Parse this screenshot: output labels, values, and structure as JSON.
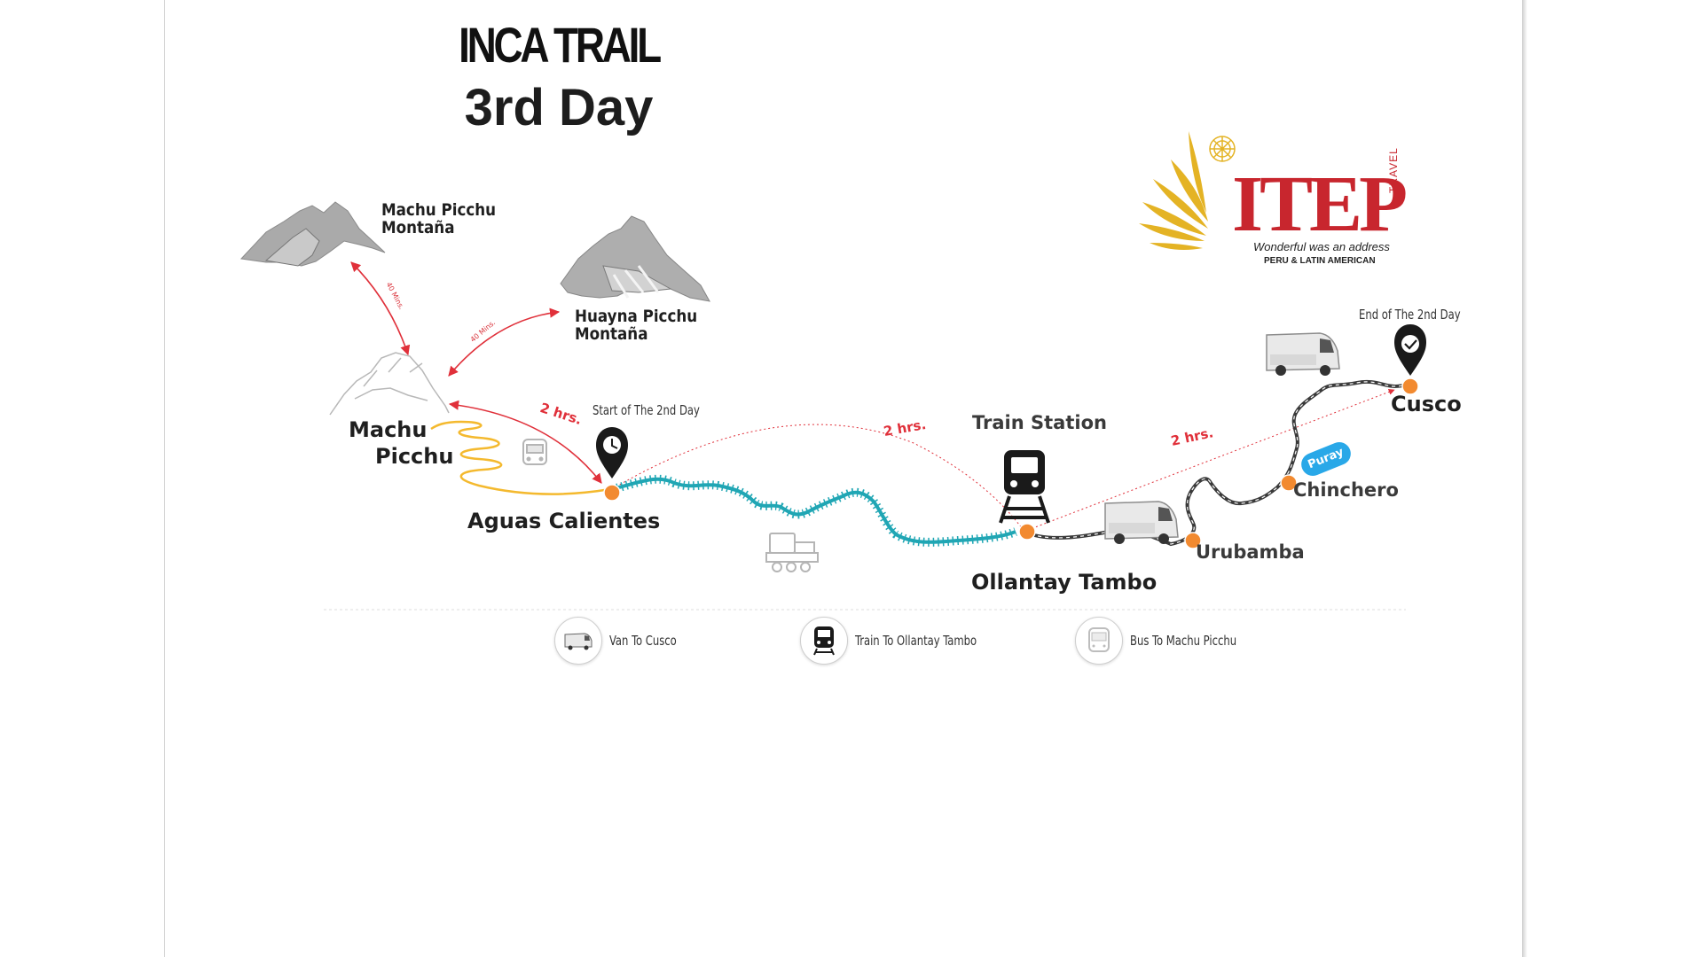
{
  "title": {
    "line1": "INCA TRAIL",
    "line2": "3rd Day"
  },
  "logo": {
    "word": "ITEP",
    "vertical": "TRAVEL",
    "tagline": "Wonderful was an address",
    "subtitle": "PERU & LATIN AMERICAN",
    "colors": {
      "red": "#c8262e",
      "gold": "#e4b324"
    }
  },
  "places": {
    "mp_mountain": [
      "Machu Picchu",
      "Montaña"
    ],
    "huayna": [
      "Huayna Picchu",
      "Montaña"
    ],
    "machu_picchu": [
      "Machu",
      "Picchu"
    ],
    "aguas": "Aguas Calientes",
    "ollantay": "Ollantay Tambo",
    "urubamba": "Urubamba",
    "chinchero": "Chinchero",
    "cusco": "Cusco",
    "train_station": "Train Station",
    "puray": "Puray"
  },
  "annotations": {
    "start": "Start of The 2nd Day",
    "end": "End of The 2nd Day",
    "hrs_1": "2 hrs.",
    "hrs_2": "2 hrs.",
    "hrs_3": "2 hrs.",
    "mins_1": "40 Mins.",
    "mins_2": "40 Mins."
  },
  "legend": [
    {
      "icon": "van-icon",
      "label": "Van To Cusco"
    },
    {
      "icon": "train-icon",
      "label": "Train To Ollantay Tambo"
    },
    {
      "icon": "bus-icon",
      "label": "Bus To Machu Picchu"
    }
  ],
  "colors": {
    "route_orange": "#f28a30",
    "rail_teal": "#20a6b4",
    "road_dark": "#3a3a3a",
    "bus_yellow": "#f4b92e",
    "dashed_red": "#e0303a",
    "puray_blue": "#29a8e8"
  }
}
